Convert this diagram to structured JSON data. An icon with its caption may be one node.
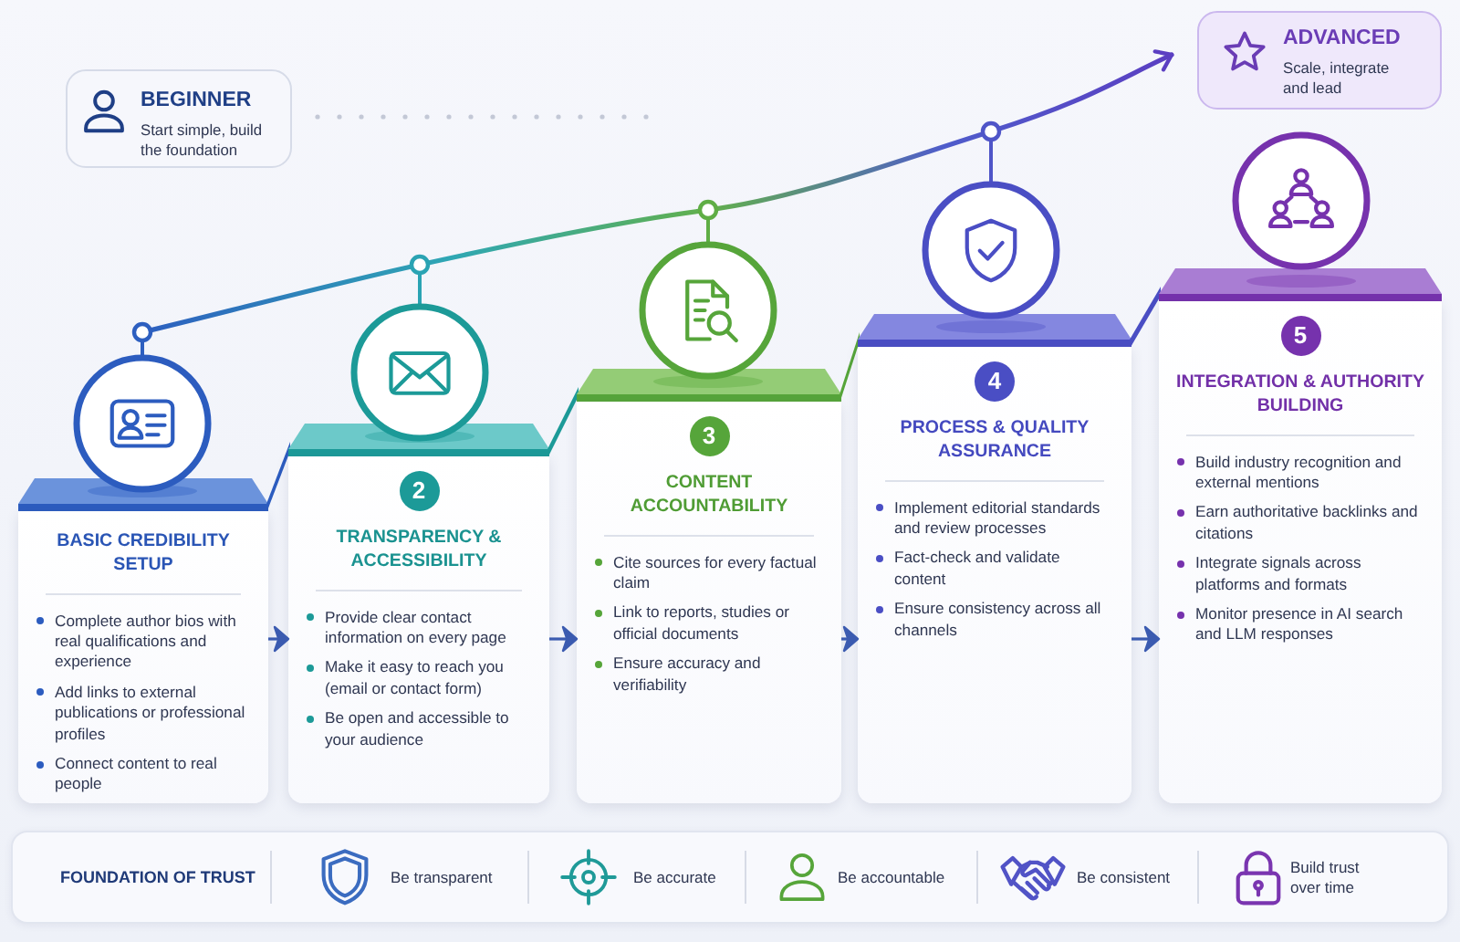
{
  "diagram": {
    "nodes": [
      {
        "text": [
          "BEGINNER",
          "Start simple, build the foundation"
        ]
      },
      {
        "text": [
          "ADVANCED",
          "Scale, integrate and lead"
        ]
      },
      {
        "text": [
          "BASIC CREDIBILITY SETUP",
          "Complete author bios with real qualifications and experience",
          "Add links to external publications or professional profiles",
          "Connect content to real people"
        ]
      },
      {
        "text": [
          "2",
          "TRANSPARENCY & ACCESSIBILITY",
          "Provide clear contact information on every page",
          "Make it easy to reach you (email or contact form)",
          "Be open and accessible to your audience"
        ]
      },
      {
        "text": [
          "3",
          "CONTENT ACCOUNTABILITY",
          "Cite sources for every factual claim",
          "Link to reports, studies or official documents",
          "Ensure accuracy and verifiability"
        ]
      },
      {
        "text": [
          "4",
          "PROCESS & QUALITY ASSURANCE",
          "Implement editorial standards and review processes",
          "Fact-check and validate content",
          "Ensure consistency across all channels"
        ]
      },
      {
        "text": [
          "5",
          "INTEGRATION & AUTHORITY BUILDING",
          "Build industry recognition and external mentions",
          "Earn authoritative backlinks and citations",
          "Integrate signals across platforms and formats",
          "Monitor presence in AI search and LLM responses"
        ]
      },
      {
        "text": [
          "FOUNDATION OF TRUST",
          "Be transparent",
          "Be accurate",
          "Be accountable",
          "Be consistent",
          "Build trust over time"
        ]
      }
    ],
    "edges": [
      {
        "from": 2,
        "to": 3,
        "arrow": "to"
      },
      {
        "from": 3,
        "to": 4,
        "arrow": "to"
      },
      {
        "from": 4,
        "to": 5,
        "arrow": "to"
      },
      {
        "from": 5,
        "to": 6,
        "arrow": "to"
      }
    ]
  }
}
